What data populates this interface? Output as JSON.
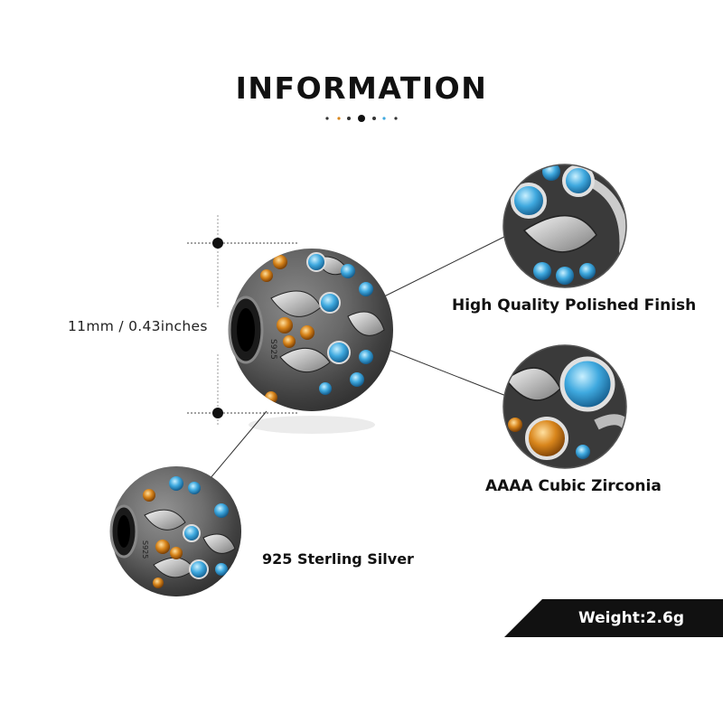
{
  "title": "INFORMATION",
  "dimension_label": "11mm / 0.43inches",
  "features": {
    "finish": "High Quality Polished Finish",
    "stone": "AAAA Cubic Zirconia",
    "material": "925 Sterling Silver"
  },
  "weight_label": "Weight:2.6g",
  "stamp_text": "S925",
  "colors": {
    "text": "#111111",
    "badge": "#111111",
    "silver": "#9a9a9a",
    "dark_silver": "#3a3a3a",
    "blue_stone": "#3fa9df",
    "orange_stone": "#d9861c"
  }
}
